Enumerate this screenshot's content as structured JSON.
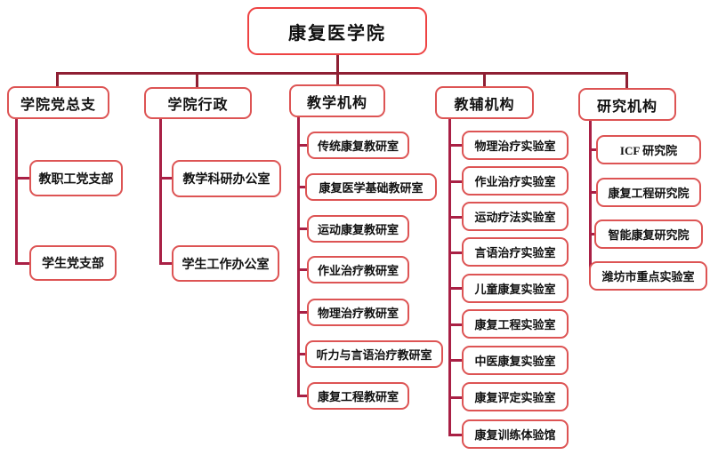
{
  "root": {
    "label": "康复医学院"
  },
  "colors": {
    "box_border": "#dd5454",
    "root_box_border": "#ee4343",
    "connector_line": "#a92045",
    "top_connector_line": "#8e1f33",
    "text": "#111111",
    "background": "#ffffff"
  },
  "columns": [
    {
      "label": "学院党总支",
      "children": [
        "教职工党支部",
        "学生党支部"
      ]
    },
    {
      "label": "学院行政",
      "children": [
        "教学科研办公室",
        "学生工作办公室"
      ]
    },
    {
      "label": "教学机构",
      "children": [
        "传统康复教研室",
        "康复医学基础教研室",
        "运动康复教研室",
        "作业治疗教研室",
        "物理治疗教研室",
        "听力与言语治疗教研室",
        "康复工程教研室"
      ]
    },
    {
      "label": "教辅机构",
      "children": [
        "物理治疗实验室",
        "作业治疗实验室",
        "运动疗法实验室",
        "言语治疗实验室",
        "儿童康复实验室",
        "康复工程实验室",
        "中医康复实验室",
        "康复评定实验室",
        "康复训练体验馆"
      ]
    },
    {
      "label": "研究机构",
      "children": [
        "ICF 研究院",
        "康复工程研究院",
        "智能康复研究院",
        "潍坊市重点实验室"
      ]
    }
  ]
}
